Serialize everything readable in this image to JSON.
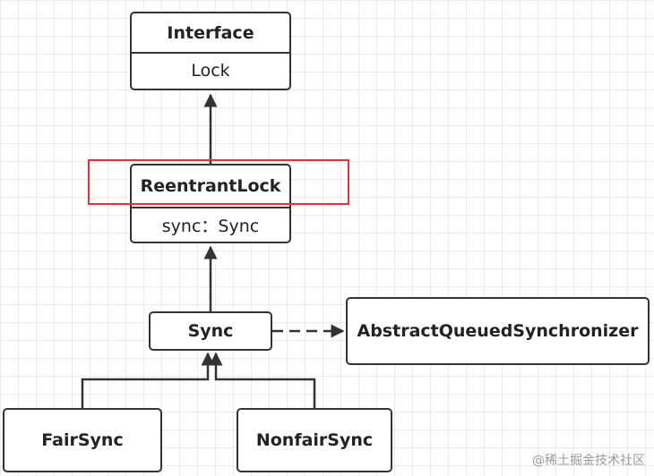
{
  "nodes": {
    "interface": {
      "header": "Interface",
      "attr": "Lock"
    },
    "reentrant_lock": {
      "header": "ReentrantLock",
      "attr": "sync：Sync"
    },
    "sync": {
      "label": "Sync"
    },
    "aqs": {
      "label": "AbstractQueuedSynchronizer"
    },
    "fair_sync": {
      "label": "FairSync"
    },
    "nonfair_sync": {
      "label": "NonfairSync"
    }
  },
  "edges": [
    {
      "from": "reentrant_lock",
      "to": "interface",
      "style": "solid"
    },
    {
      "from": "sync",
      "to": "reentrant_lock",
      "style": "solid"
    },
    {
      "from": "sync",
      "to": "aqs",
      "style": "dashed"
    },
    {
      "from": "fair_sync",
      "to": "sync",
      "style": "solid"
    },
    {
      "from": "nonfair_sync",
      "to": "sync",
      "style": "solid"
    }
  ],
  "highlight_color": "#d83838",
  "watermark": "@稀土掘金技术社区"
}
